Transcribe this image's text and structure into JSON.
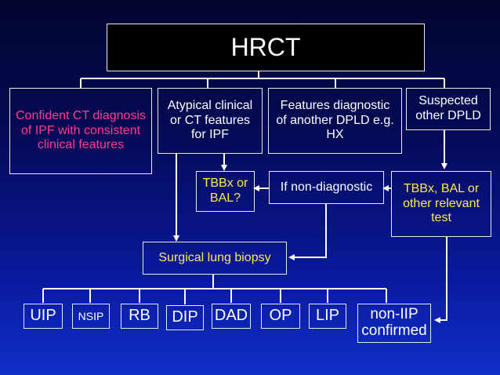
{
  "colors": {
    "box_border": "#e8e8f0",
    "pink_text": "#ff3d8a",
    "yellow_text": "#ffe94a",
    "white_text": "#ffffff",
    "connector": "#ffffff"
  },
  "root": {
    "label": "HRCT"
  },
  "level1": {
    "confident": "Confident CT diagnosis of IPF with consistent clinical features",
    "atypical": "Atypical clinical or CT features for IPF",
    "features_diagnostic": "Features diagnostic of another DPLD e.g. HX",
    "suspected": "Suspected other DPLD"
  },
  "level2": {
    "tbbx_bal": "TBBx or BAL?",
    "non_diagnostic": "If non-diagnostic",
    "tbbx_bal_other": "TBBx, BAL or other relevant test"
  },
  "biopsy": {
    "label": "Surgical lung biopsy"
  },
  "outcomes": [
    "UIP",
    "NSIP",
    "RB",
    "DIP",
    "DAD",
    "OP",
    "LIP",
    "non-IIP confirmed"
  ]
}
